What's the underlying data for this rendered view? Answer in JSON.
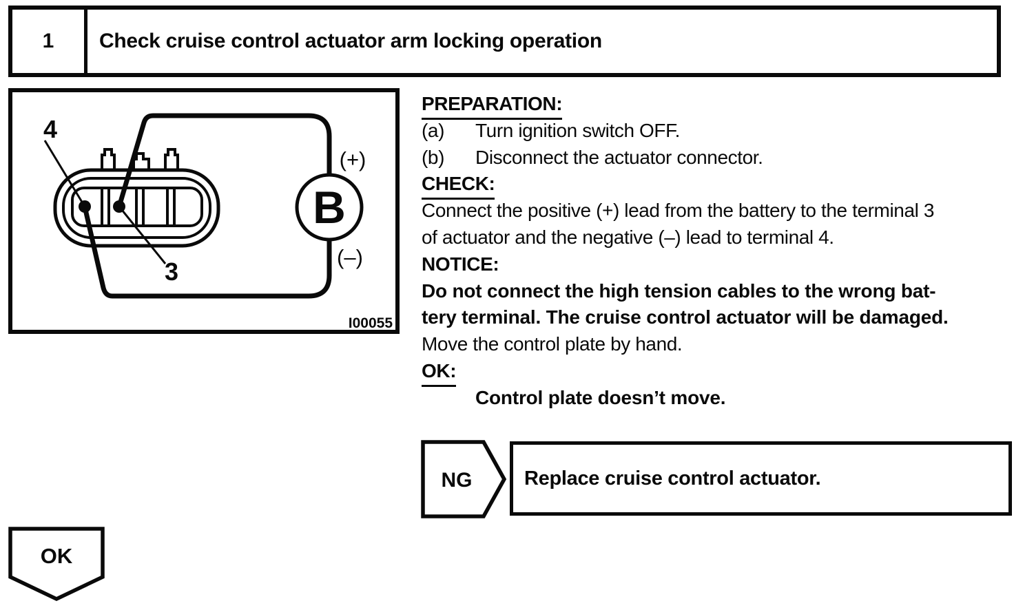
{
  "header": {
    "step_number": "1",
    "title": "Check cruise control actuator arm locking operation"
  },
  "figure": {
    "terminal4_label": "4",
    "terminal3_label": "3",
    "plus_label": "(+)",
    "minus_label": "(–)",
    "battery_label": "B",
    "figure_code": "I00055"
  },
  "instructions": {
    "lines": [
      {
        "text": "PREPARATION:"
      },
      {
        "prefix": "(a)",
        "text": "Turn ignition switch OFF."
      },
      {
        "prefix": "(b)",
        "text": "Disconnect the actuator connector."
      },
      {
        "text": "CHECK:"
      },
      {
        "text": "Connect the positive (+) lead from the battery to the terminal 3"
      },
      {
        "text": "of actuator and the negative (–) lead to terminal 4."
      },
      {
        "text": "NOTICE:"
      },
      {
        "text": "Do not connect the high tension cables to the wrong bat-"
      },
      {
        "text": "tery terminal. The cruise control actuator will be damaged."
      },
      {
        "text": "Move the control plate by hand."
      },
      {
        "text": "OK:"
      },
      {
        "text": "Control plate doesn’t move."
      }
    ]
  },
  "ng": {
    "label": "NG",
    "action": "Replace cruise control actuator."
  },
  "ok": {
    "label": "OK"
  }
}
